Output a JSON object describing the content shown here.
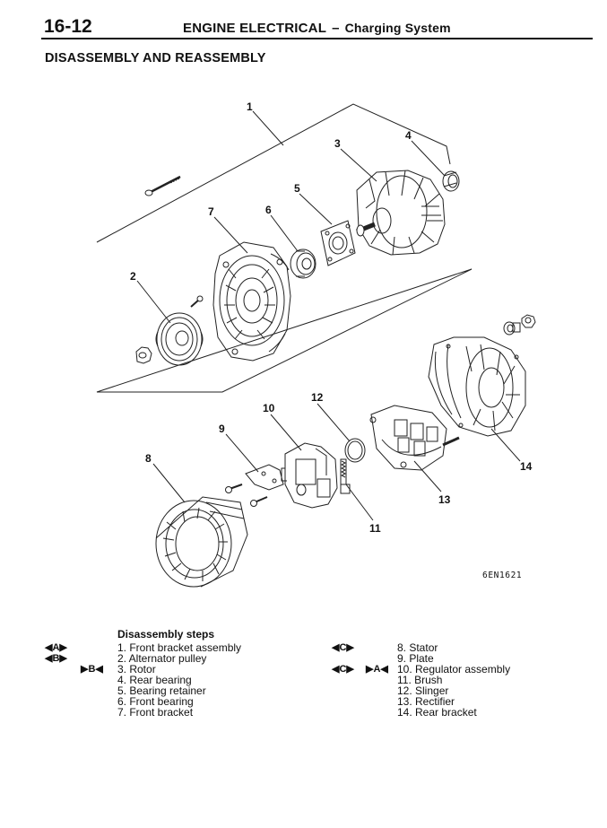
{
  "header": {
    "page_number": "16-12",
    "title": "ENGINE ELECTRICAL",
    "dash": "–",
    "subtitle": "Charging System"
  },
  "section_title": "DISASSEMBLY AND REASSEMBLY",
  "figure": {
    "code": "6EN1621",
    "callouts": [
      "1",
      "2",
      "3",
      "4",
      "5",
      "6",
      "7",
      "8",
      "9",
      "10",
      "11",
      "12",
      "13",
      "14"
    ]
  },
  "steps": {
    "title": "Disassembly steps",
    "left": [
      "1. Front bracket assembly",
      "2. Alternator pulley",
      "3. Rotor",
      "4. Rear bearing",
      "5. Bearing retainer",
      "6. Front bearing",
      "7. Front bracket"
    ],
    "right": [
      "8. Stator",
      "9. Plate",
      "10. Regulator assembly",
      "11. Brush",
      "12. Slinger",
      "13. Rectifier",
      "14. Rear bracket"
    ],
    "marks": {
      "a_both": "◀A▶",
      "b_both": "◀B▶",
      "b_in": "▶B◀",
      "c_both_1": "◀C▶",
      "c_both_2": "◀C▶",
      "a_in": "▶A◀"
    }
  }
}
